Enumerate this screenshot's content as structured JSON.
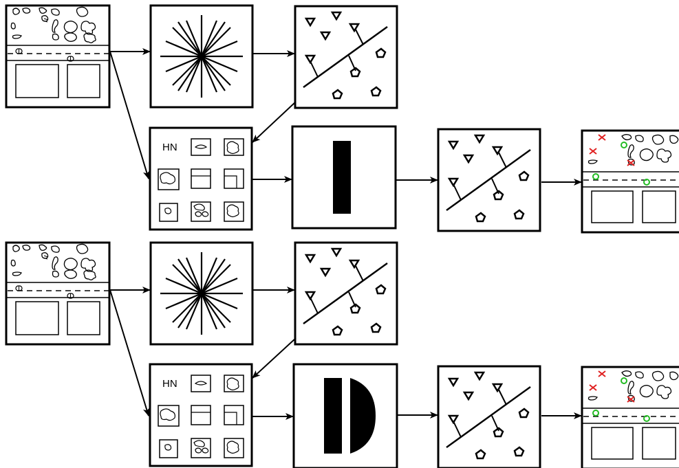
{
  "diagram": {
    "pipelines": [
      {
        "id": "top",
        "hard_negative_label": "HN",
        "training_stage": "binary",
        "output_marks": {
          "false_positive_color": "#e02020",
          "true_positive_color": "#22bb22"
        }
      },
      {
        "id": "bottom",
        "hard_negative_label": "HN",
        "training_stage": "dual",
        "output_marks": {
          "false_positive_color": "#e02020",
          "true_positive_color": "#22bb22"
        }
      }
    ],
    "icons": {
      "input": "road-scene-icon",
      "features": "starburst-icon",
      "classifier": "svm-hyperplane-icon",
      "hard_negatives": "hard-negative-grid-icon",
      "retrain": "filter-icon",
      "output": "detection-result-icon"
    },
    "colors": {
      "stroke": "#000000",
      "background": "#ffffff"
    }
  }
}
